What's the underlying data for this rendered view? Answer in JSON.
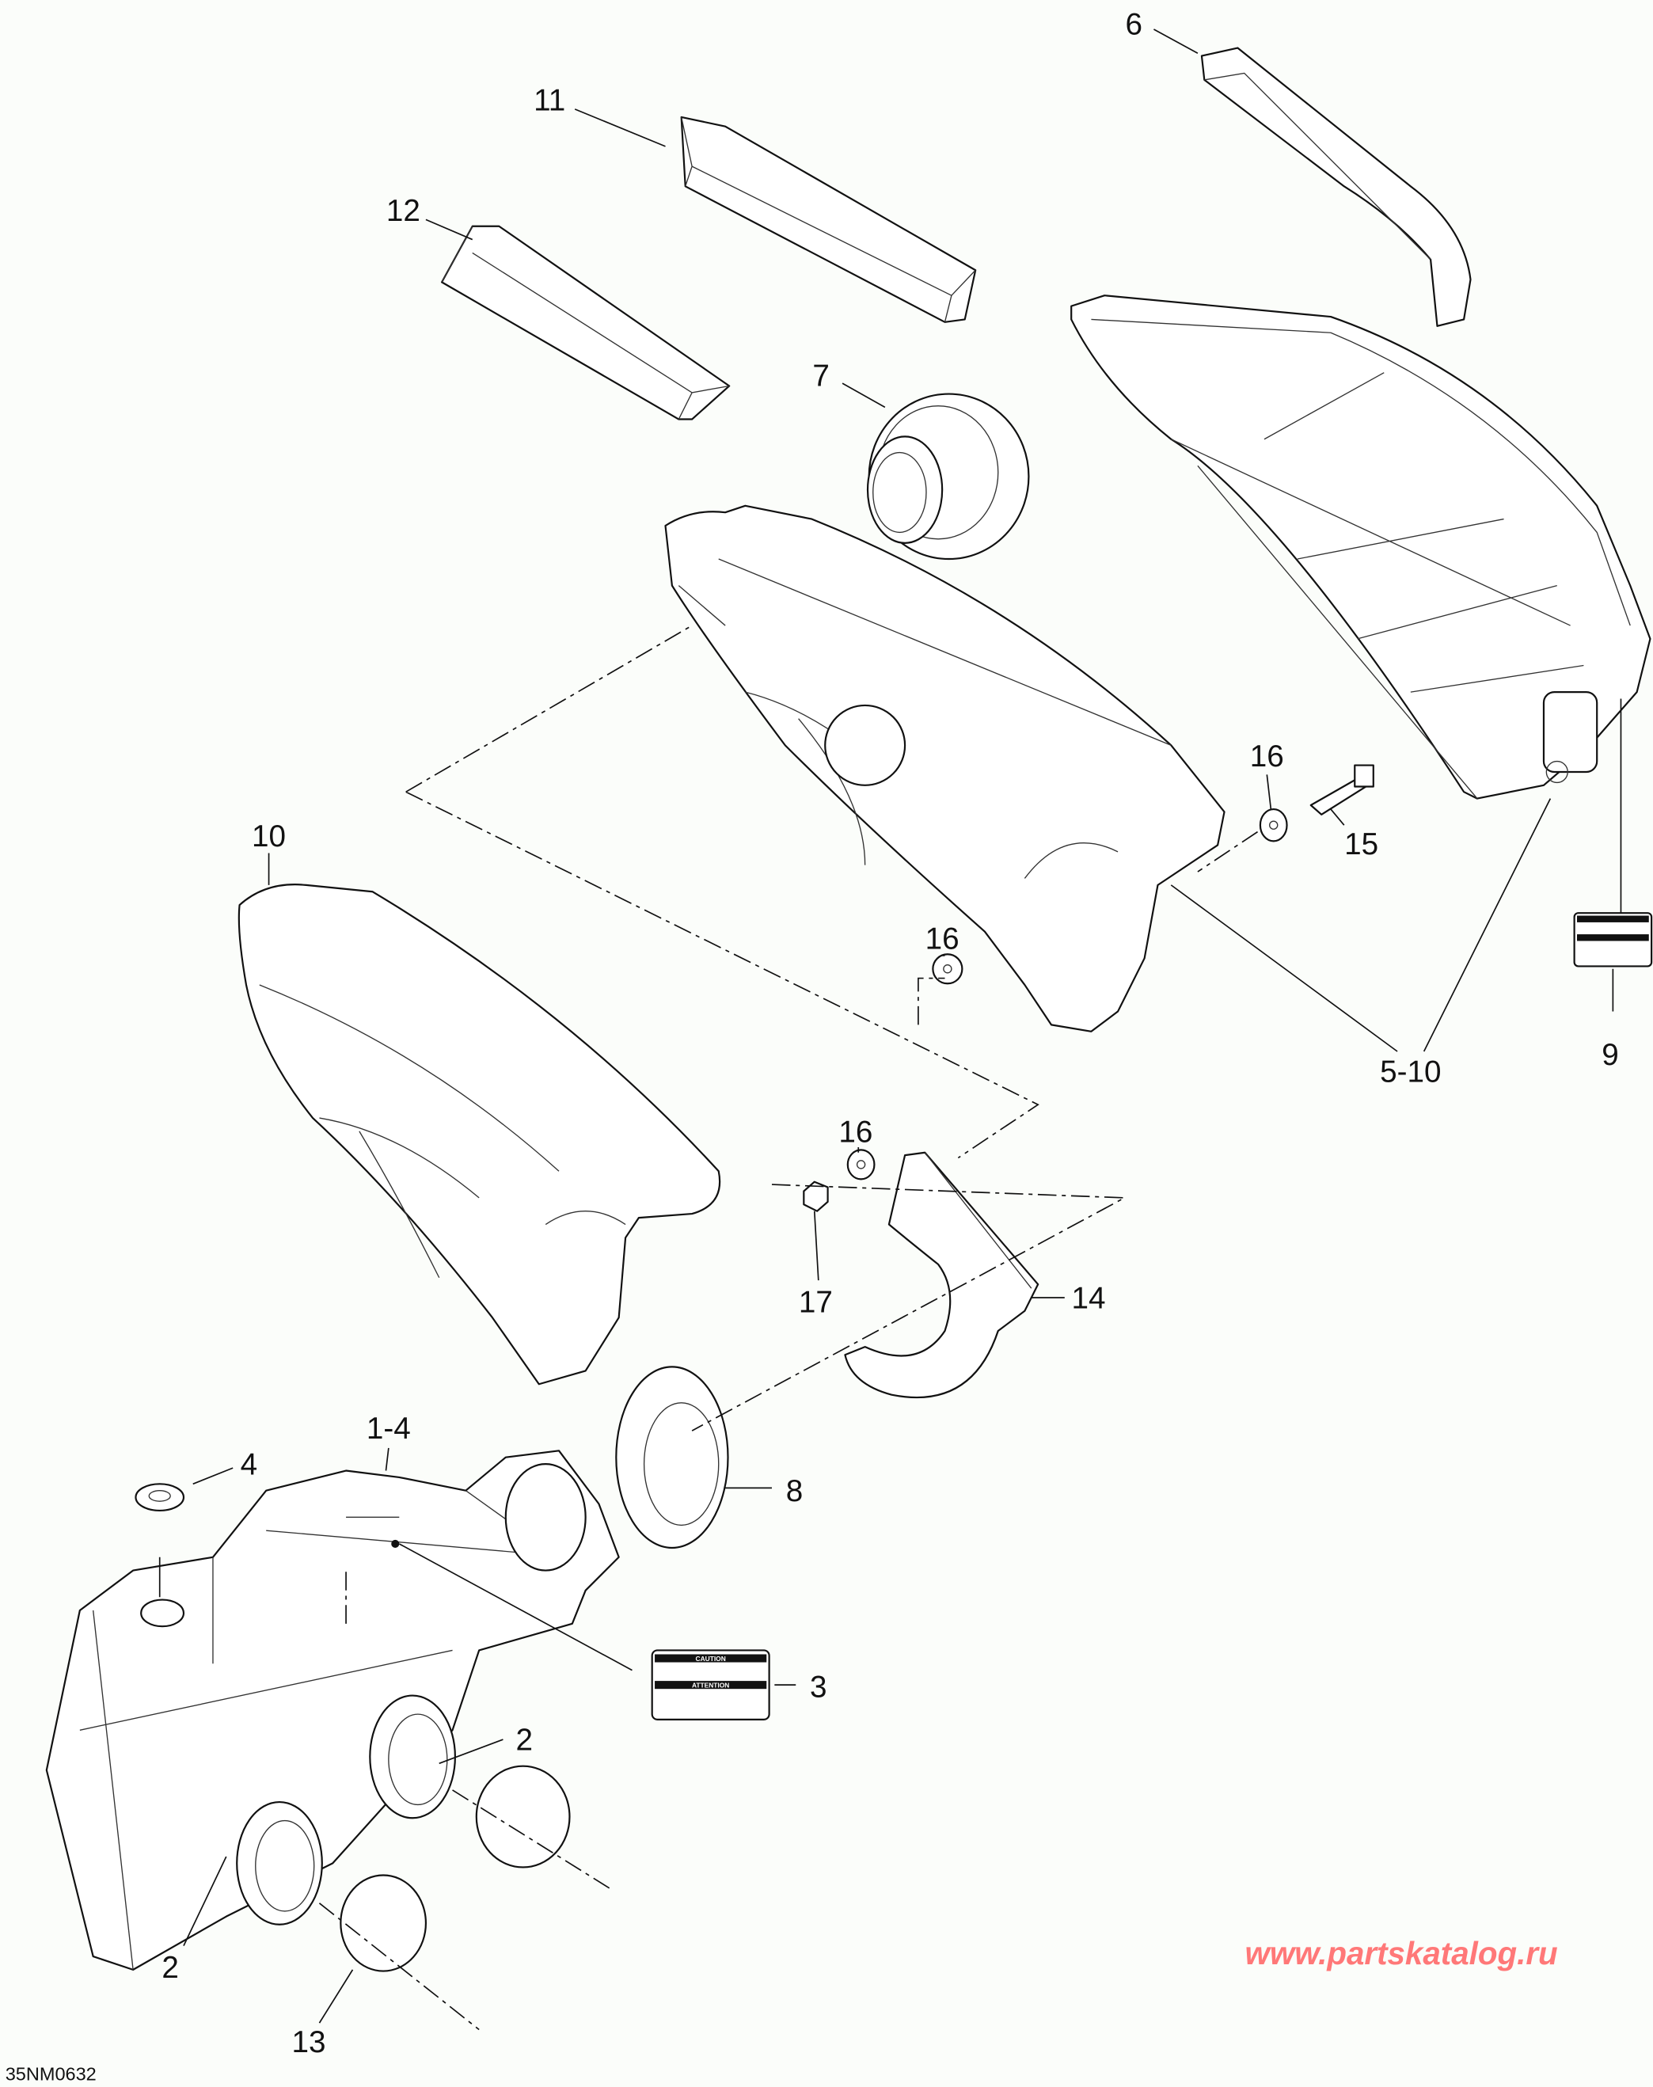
{
  "diagram": {
    "code": "35NM0632",
    "watermark": "www.partskatalog.ru",
    "callouts": {
      "c6": "6",
      "c11": "11",
      "c12": "12",
      "c7": "7",
      "c10": "10",
      "c16a": "16",
      "c15": "15",
      "c16b": "16",
      "c5_10": "5-10",
      "c9": "9",
      "c16c": "16",
      "c17": "17",
      "c14": "14",
      "c1_4": "1-4",
      "c4": "4",
      "c8": "8",
      "c3": "3",
      "c2a": "2",
      "c2b": "2",
      "c13": "13"
    },
    "decal": {
      "caution": "CAUTION",
      "attention": "ATTENTION"
    }
  }
}
